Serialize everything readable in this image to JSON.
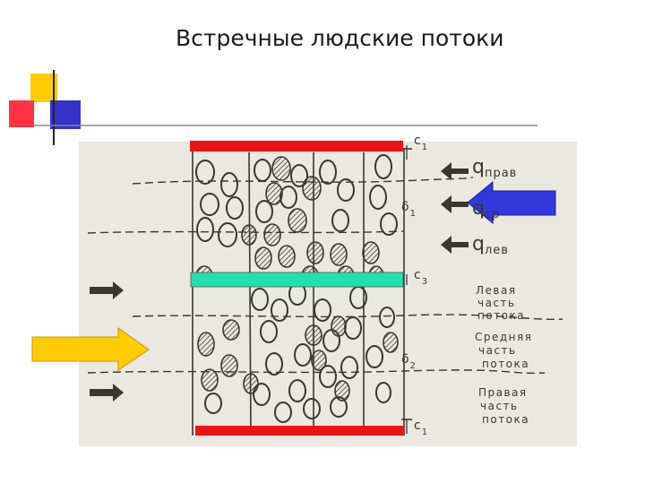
{
  "slide": {
    "title": "Встречные людские потоки"
  },
  "figure": {
    "dimension_labels": {
      "c1_top": {
        "main": "c",
        "sub": "1"
      },
      "delta1": {
        "main": "δ",
        "sub": "1"
      },
      "c3": {
        "main": "c",
        "sub": "3"
      },
      "delta2": {
        "main": "δ",
        "sub": "2"
      },
      "c1_bottom": {
        "main": "c",
        "sub": "1"
      }
    },
    "flow_labels": {
      "right": {
        "symbol": "q",
        "sub": "прав"
      },
      "avg": {
        "symbol": "q",
        "sub": "ср"
      },
      "left": {
        "symbol": "q",
        "sub": "лев"
      }
    },
    "region_labels": {
      "left": [
        "Левая",
        "часть",
        "потока"
      ],
      "middle": [
        "Средняя",
        "часть",
        "потока"
      ],
      "right": [
        "Правая",
        "часть",
        "потока"
      ]
    }
  },
  "colors": {
    "red_bar": "#e8141a",
    "green_bar": "#22dfae",
    "blue_arrow": "#3338dc",
    "yellow_arrow": "#ffcc00",
    "scan_bg": "#ebe7e1",
    "ink": "#3a3632"
  }
}
